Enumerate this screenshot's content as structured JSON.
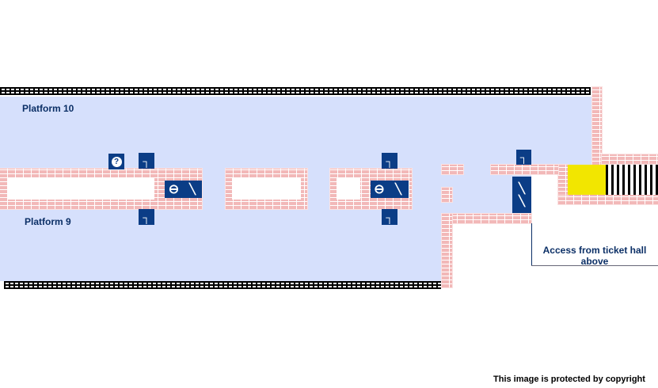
{
  "labels": {
    "platform_10": "Platform 10",
    "platform_9": "Platform 9",
    "access": "Access from ticket hall above",
    "copyright": "This image is protected by copyright"
  },
  "colors": {
    "platform": "#d6e0fc",
    "wall": "#f2b8b8",
    "icon": "#0b3d86",
    "exit": "#f2e600"
  },
  "icons": [
    "help-point-icon",
    "seat-icon",
    "underground-roundel-icon",
    "escalator-icon"
  ]
}
